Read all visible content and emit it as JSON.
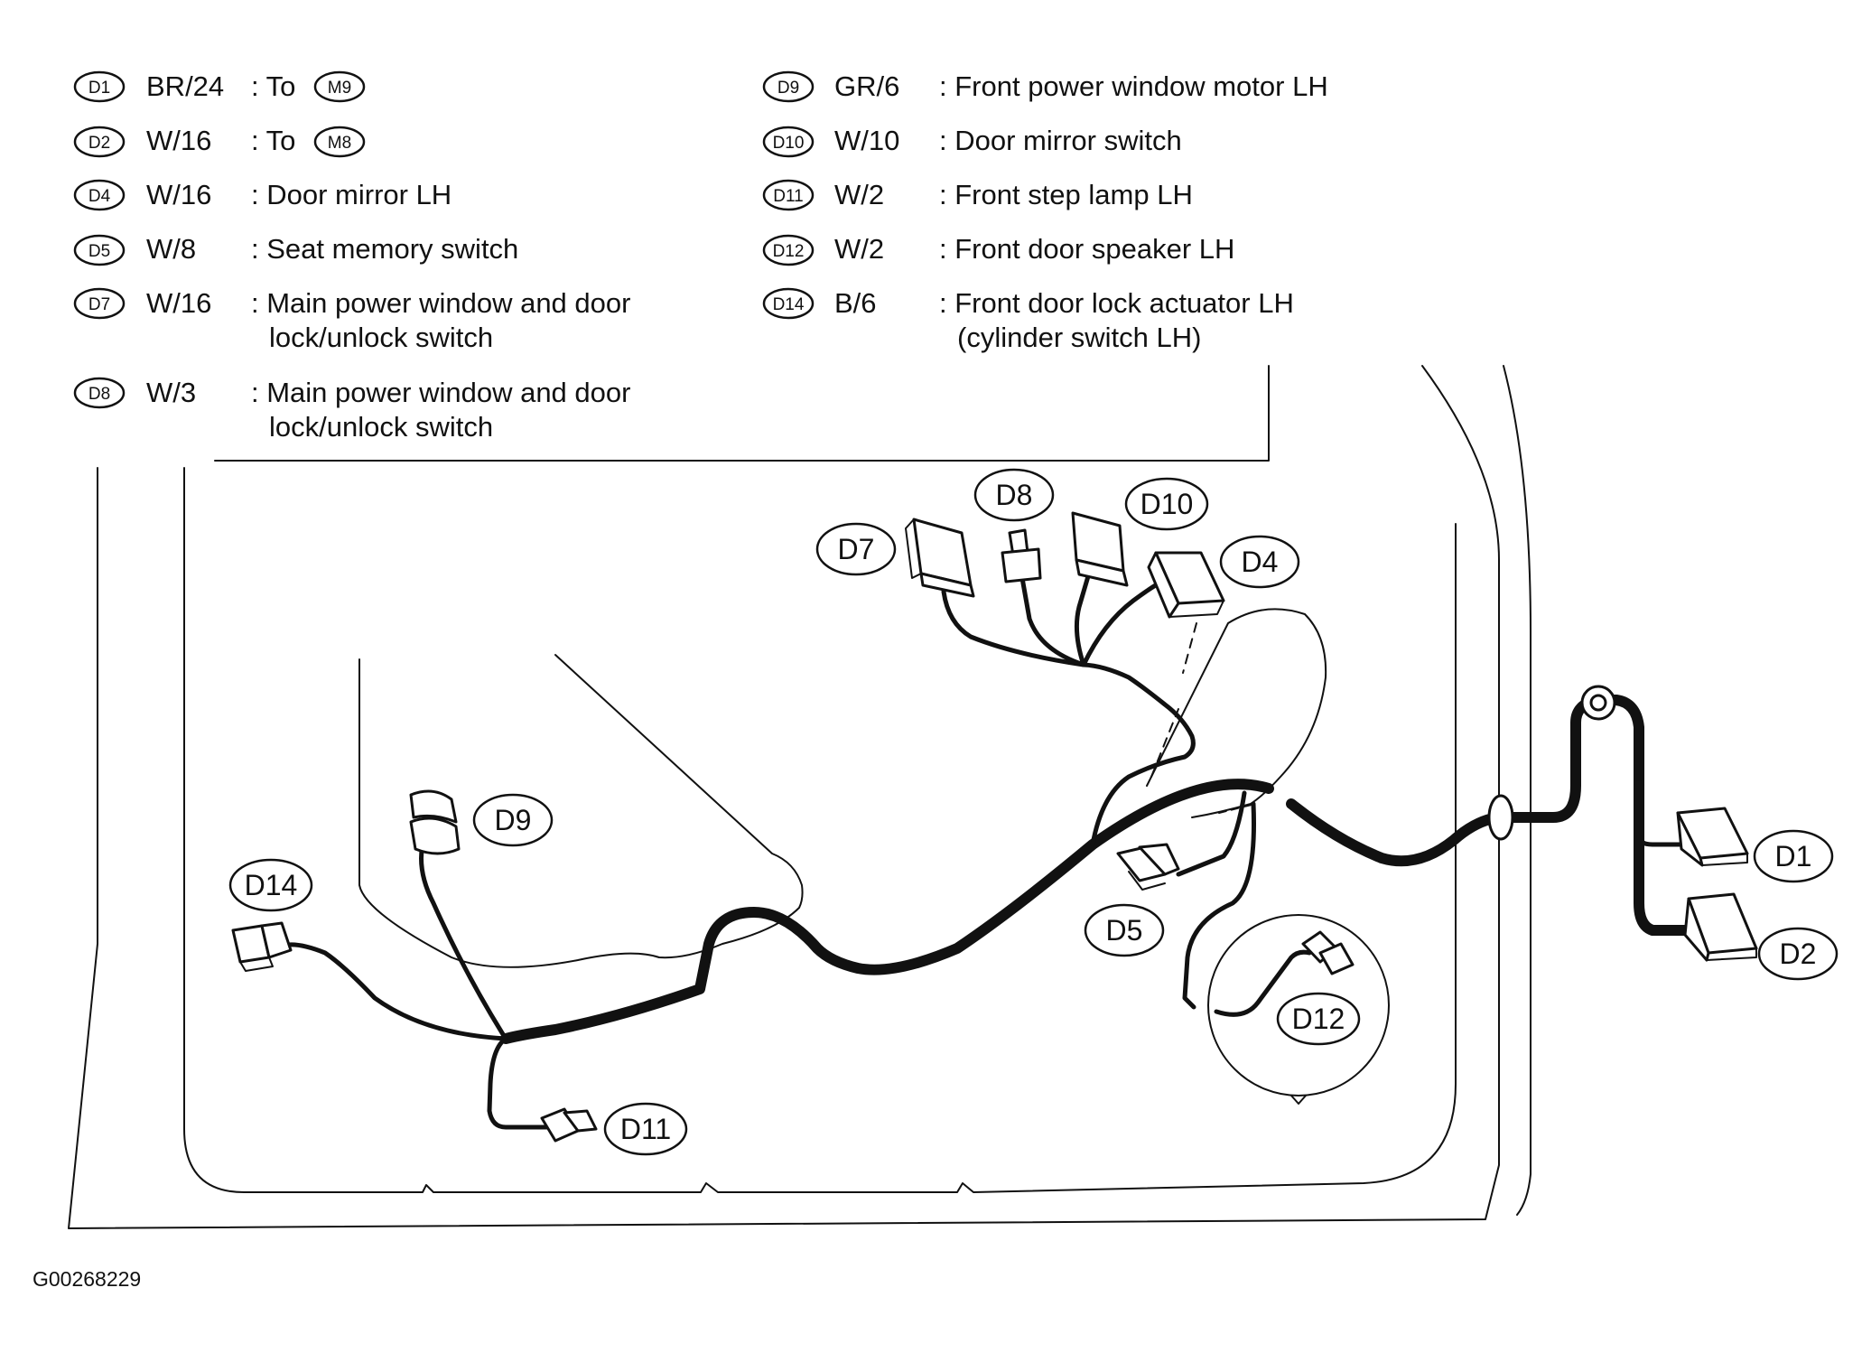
{
  "figure_id": "G00268229",
  "legend": {
    "left": [
      {
        "id": "D1",
        "code": "BR/24",
        "desc": [
          ": To"
        ],
        "ref": "M9"
      },
      {
        "id": "D2",
        "code": "W/16",
        "desc": [
          ": To"
        ],
        "ref": "M8"
      },
      {
        "id": "D4",
        "code": "W/16",
        "desc": [
          ": Door mirror LH"
        ]
      },
      {
        "id": "D5",
        "code": "W/8",
        "desc": [
          ": Seat memory switch"
        ]
      },
      {
        "id": "D7",
        "code": "W/16",
        "desc": [
          ": Main power window and door",
          "lock/unlock switch"
        ]
      },
      {
        "id": "D8",
        "code": "W/3",
        "desc": [
          ": Main power window and door",
          "lock/unlock switch"
        ]
      }
    ],
    "right": [
      {
        "id": "D9",
        "code": "GR/6",
        "desc": [
          ": Front power window motor LH"
        ]
      },
      {
        "id": "D10",
        "code": "W/10",
        "desc": [
          ": Door mirror switch"
        ]
      },
      {
        "id": "D11",
        "code": "W/2",
        "desc": [
          ": Front step lamp LH"
        ]
      },
      {
        "id": "D12",
        "code": "W/2",
        "desc": [
          ": Front door speaker LH"
        ]
      },
      {
        "id": "D14",
        "code": "B/6",
        "desc": [
          ": Front door lock actuator LH",
          "(cylinder switch LH)"
        ]
      }
    ]
  },
  "callouts": {
    "D1": "D1",
    "D2": "D2",
    "D4": "D4",
    "D5": "D5",
    "D7": "D7",
    "D8": "D8",
    "D9": "D9",
    "D10": "D10",
    "D11": "D11",
    "D12": "D12",
    "D14": "D14"
  },
  "colors": {
    "ink": "#111111",
    "background": "#ffffff"
  }
}
